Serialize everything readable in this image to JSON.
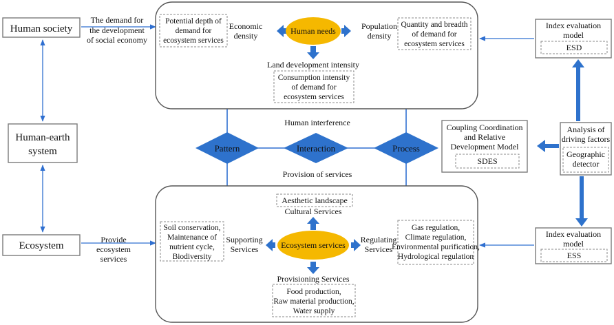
{
  "left": {
    "human_society": "Human society",
    "human_earth_line1": "Human-earth",
    "human_earth_line2": "system",
    "ecosystem": "Ecosystem",
    "demand_line1": "The demand for",
    "demand_line2": "the development",
    "demand_line3": "of social economy",
    "provide_line1": "Provide",
    "provide_line2": "ecosystem",
    "provide_line3": "services"
  },
  "top": {
    "center": "Human needs",
    "potential_line1": "Potential depth of",
    "potential_line2": "demand for",
    "potential_line3": "ecosystem services",
    "economic_line1": "Economic",
    "economic_line2": "density",
    "population_line1": "Population",
    "population_line2": "density",
    "quantity_line1": "Quantity and breadth",
    "quantity_line2": "of demand for",
    "quantity_line3": "ecosystem services",
    "land": "Land development intensity",
    "consumption_line1": "Consumption intensity",
    "consumption_line2": "of demand for",
    "consumption_line3": "ecosystem services"
  },
  "middle": {
    "pattern": "Pattern",
    "interaction": "Interaction",
    "process": "Process",
    "human_interference": "Human interference",
    "provision": "Provision of services"
  },
  "bottom": {
    "center": "Ecosystem services",
    "aesthetic": "Aesthetic landscape",
    "cultural": "Cultural Services",
    "soil_line1": "Soil conservation,",
    "soil_line2": "Maintenance of",
    "soil_line3": "nutrient cycle,",
    "soil_line4": "Biodiversity",
    "supporting_line1": "Supporting",
    "supporting_line2": "Services",
    "regulating_line1": "Regulating",
    "regulating_line2": "Services",
    "gas_line1": "Gas regulation,",
    "gas_line2": "Climate regulation,",
    "gas_line3": "Environmental purification,",
    "gas_line4": "Hydrological regulation",
    "provisioning": "Provisioning Services",
    "food_line1": "Food production,",
    "food_line2": "Raw material production,",
    "food_line3": "Water supply"
  },
  "right": {
    "index_top_line1": "Index evaluation",
    "index_top_line2": "model",
    "esd": "ESD",
    "coupling_line1": "Coupling Coordination",
    "coupling_line2": "and Relative",
    "coupling_line3": "Development Model",
    "sdes": "SDES",
    "analysis_line1": "Analysis of",
    "analysis_line2": "driving factors",
    "geo_line1": "Geographic",
    "geo_line2": "detector",
    "index_bottom_line1": "Index evaluation",
    "index_bottom_line2": "model",
    "ess": "ESS"
  },
  "colors": {
    "ellipse": "#f5b800",
    "diamond": "#2e72cc",
    "arrow": "#2e72cc"
  }
}
